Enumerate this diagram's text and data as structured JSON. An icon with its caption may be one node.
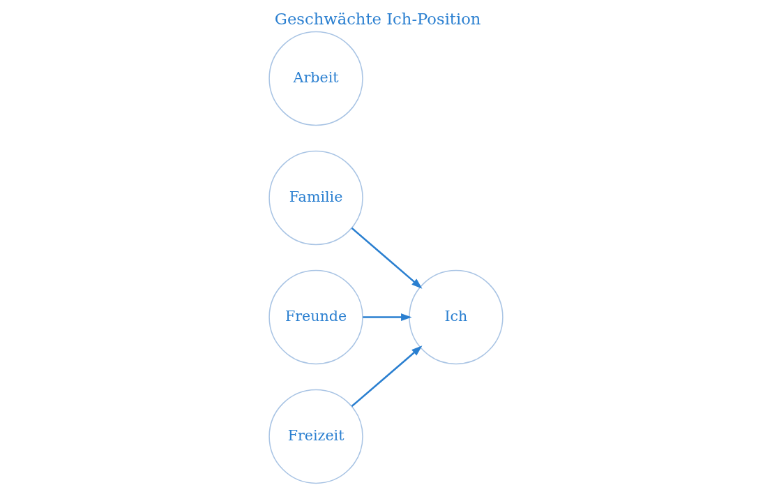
{
  "diagram": {
    "title": "Geschwächte Ich-Position",
    "nodes": [
      {
        "text": [
          "Familie"
        ]
      },
      {
        "text": [
          "Freunde"
        ]
      },
      {
        "text": [
          "Ich"
        ]
      },
      {
        "text": [
          "Arbeit"
        ]
      },
      {
        "text": [
          "Freizeit"
        ]
      }
    ],
    "edges": [
      {
        "from": 0,
        "to": 2,
        "arrow": "to"
      },
      {
        "from": 1,
        "to": 2,
        "arrow": "to"
      },
      {
        "from": 4,
        "to": 2,
        "arrow": "to"
      }
    ]
  }
}
